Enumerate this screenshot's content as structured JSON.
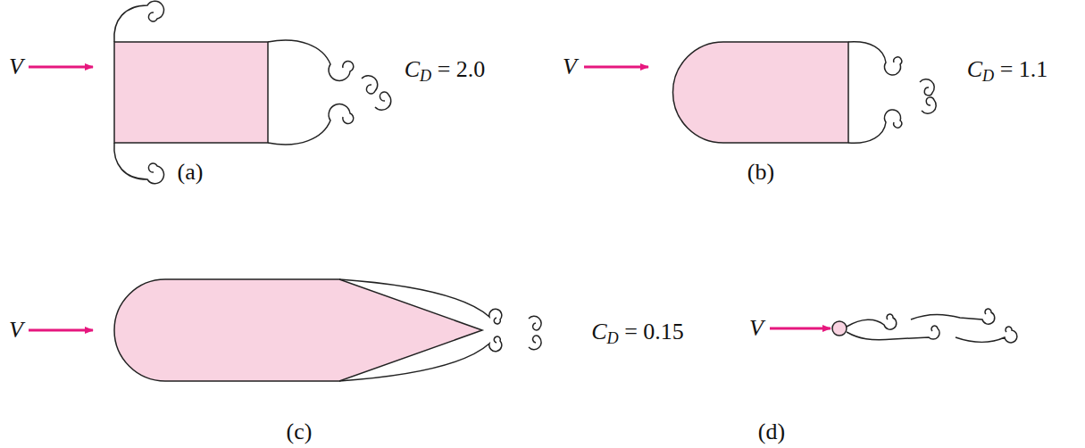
{
  "diagram": {
    "labels": [
      "V",
      "CD = 2.0",
      "(a)",
      "V",
      "CD = 1.1",
      "(b)",
      "V",
      "CD = 0.15",
      "(c)",
      "V",
      "(d)"
    ]
  }
}
